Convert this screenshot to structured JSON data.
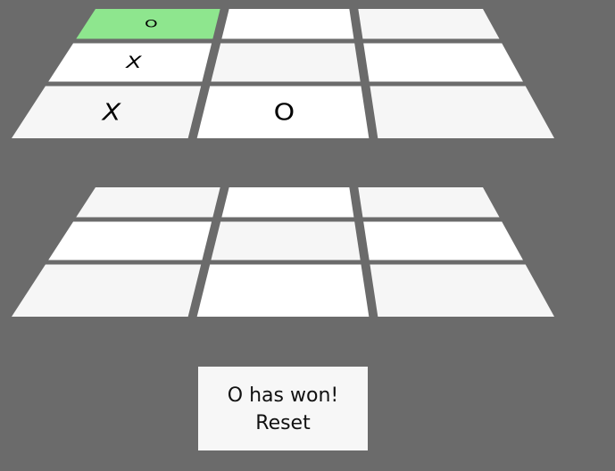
{
  "colors": {
    "background": "#6b6b6b",
    "cell": "#ffffff",
    "cell_alt": "#f6f6f6",
    "winning_cell": "#8ee68e",
    "mark": "#000000",
    "panel": "#f7f7f7"
  },
  "boards": [
    {
      "rows": [
        [
          {
            "mark": "O",
            "highlight": true
          },
          {
            "mark": "",
            "highlight": false
          },
          {
            "mark": "",
            "highlight": false
          }
        ],
        [
          {
            "mark": "X",
            "highlight": false
          },
          {
            "mark": "",
            "highlight": false
          },
          {
            "mark": "",
            "highlight": false
          }
        ],
        [
          {
            "mark": "X",
            "highlight": false
          },
          {
            "mark": "O",
            "highlight": false
          },
          {
            "mark": "",
            "highlight": false
          }
        ]
      ]
    },
    {
      "rows": [
        [
          {
            "mark": "",
            "highlight": false
          },
          {
            "mark": "",
            "highlight": false
          },
          {
            "mark": "",
            "highlight": false
          }
        ],
        [
          {
            "mark": "",
            "highlight": false
          },
          {
            "mark": "",
            "highlight": false
          },
          {
            "mark": "",
            "highlight": false
          }
        ],
        [
          {
            "mark": "",
            "highlight": false
          },
          {
            "mark": "",
            "highlight": false
          },
          {
            "mark": "",
            "highlight": false
          }
        ]
      ]
    }
  ],
  "status": {
    "message": "O has won!",
    "reset_label": "Reset"
  }
}
